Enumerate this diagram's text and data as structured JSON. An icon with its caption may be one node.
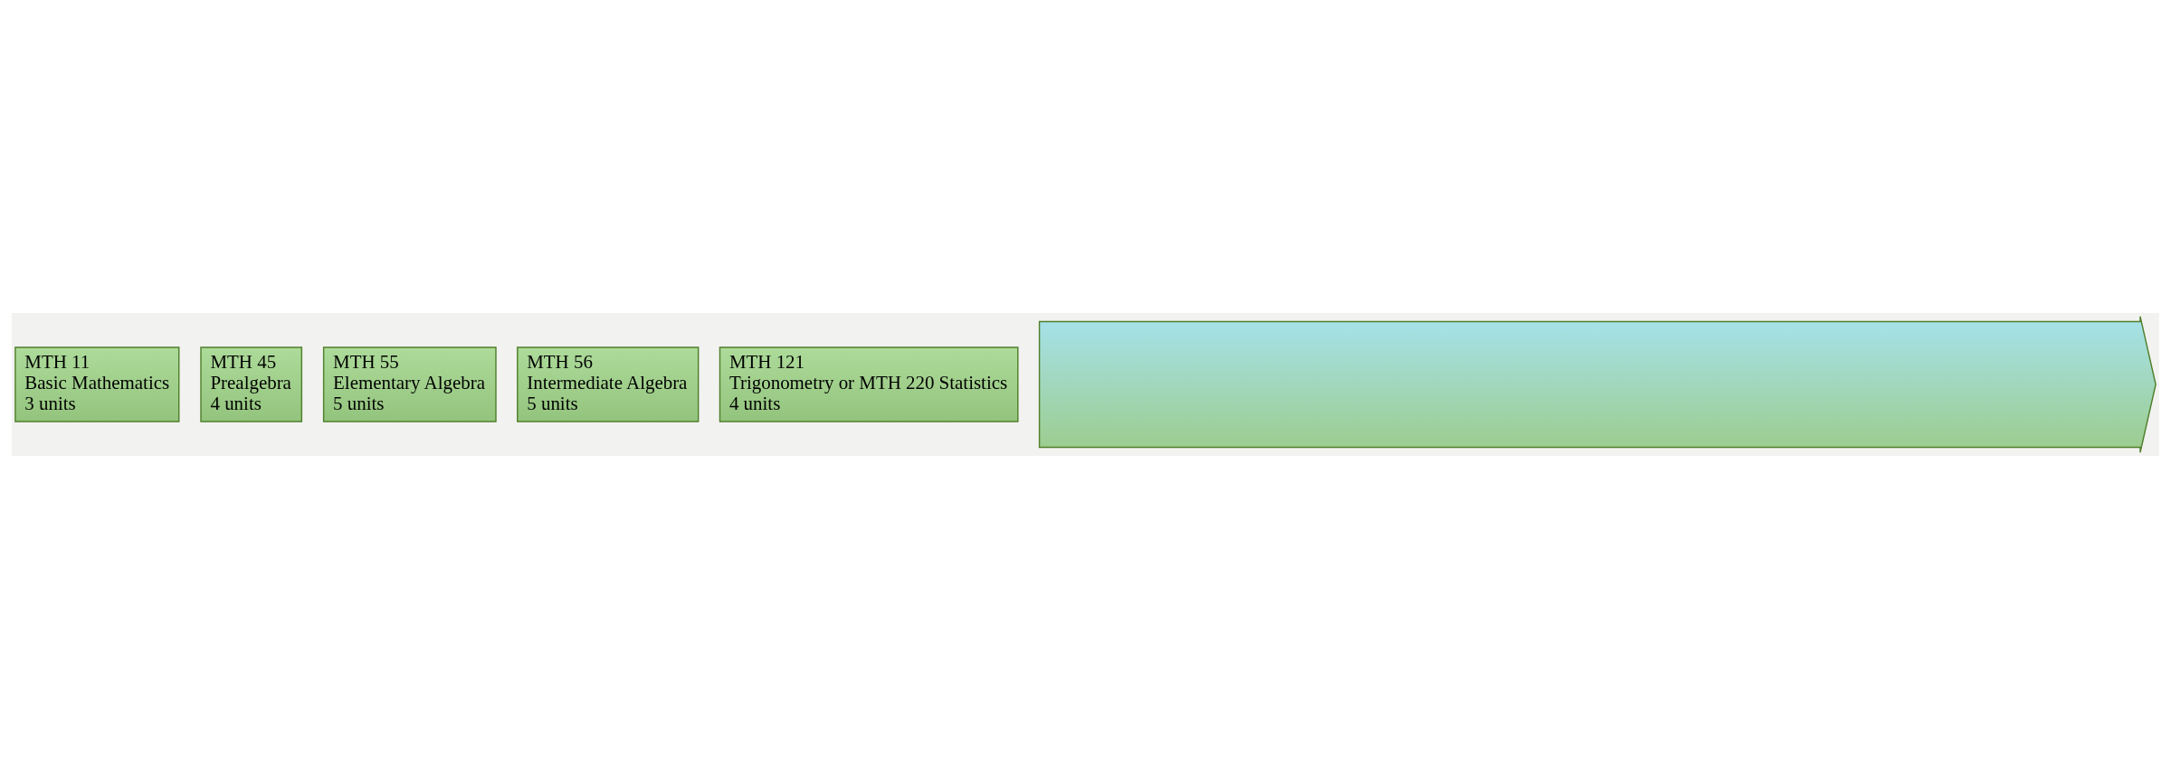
{
  "diagram": {
    "nodes": [
      {
        "text": [],
        "shape": "arrow"
      },
      {
        "text": [
          "MTH 11",
          "Basic Mathematics",
          "3 units"
        ]
      },
      {
        "text": [
          "MTH 45",
          "Prealgebra",
          "4 units"
        ]
      },
      {
        "text": [
          "MTH 55",
          "Elementary Algebra",
          "5 units"
        ]
      },
      {
        "text": [
          "MTH 56",
          "Intermediate Algebra",
          "5 units"
        ]
      },
      {
        "text": [
          "MTH 121",
          "Trigonometry or MTH 220 Statistics",
          "4 units"
        ]
      }
    ],
    "edges": []
  }
}
